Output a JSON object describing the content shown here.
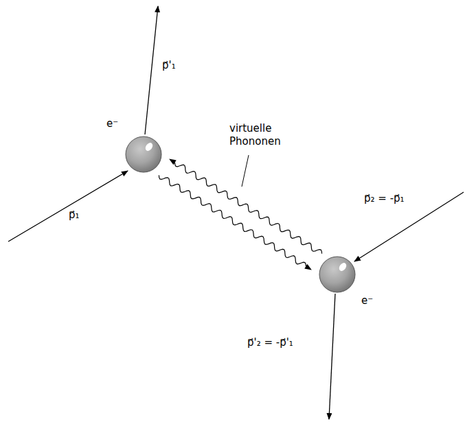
{
  "diagram": {
    "nodes": [
      {
        "text": [
          "e⁻"
        ]
      },
      {
        "text": [
          "e⁻"
        ]
      }
    ],
    "edges": [
      {
        "from": 1,
        "to": 0,
        "arrow": "to"
      },
      {
        "from": 0,
        "to": 1,
        "arrow": "to"
      }
    ],
    "labels": [
      "p⃗'₁",
      "p⃗₁",
      "virtuelle Phononen",
      "p⃗₂ = -p⃗₁",
      "p⃗'₂ = -p⃗'₁"
    ]
  }
}
